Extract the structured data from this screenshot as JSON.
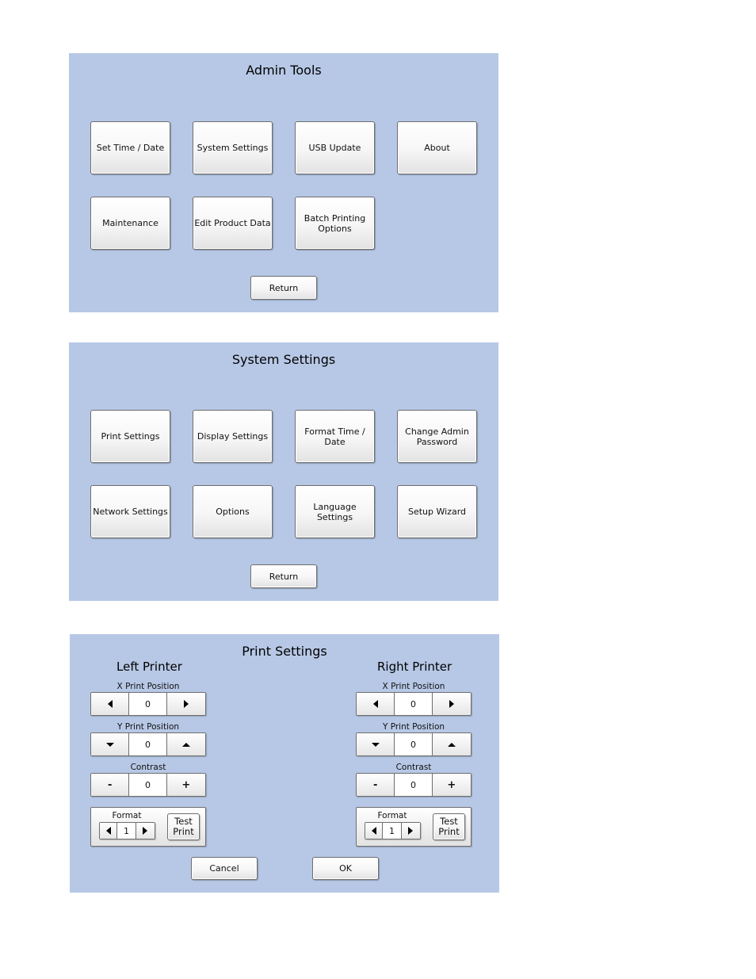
{
  "admin_tools": {
    "title": "Admin Tools",
    "buttons": [
      "Set Time / Date",
      "System Settings",
      "USB Update",
      "About",
      "Maintenance",
      "Edit Product Data",
      "Batch Printing",
      "Options"
    ],
    "return_label": "Return"
  },
  "system_settings": {
    "title": "System Settings",
    "buttons": [
      "Print Settings",
      "Display Settings",
      "Format Time / Date",
      "Change Admin",
      "Password",
      "Network Settings",
      "Options",
      "Language Settings",
      "Setup Wizard"
    ],
    "return_label": "Return"
  },
  "print_settings": {
    "title": "Print Settings",
    "left": {
      "title": "Left Printer",
      "x_label": "X Print Position",
      "x_value": "0",
      "y_label": "Y Print Position",
      "y_value": "0",
      "contrast_label": "Contrast",
      "contrast_value": "0",
      "minus": "-",
      "plus": "+",
      "format_label": "Format",
      "format_value": "1",
      "test_print": [
        "Test",
        "Print"
      ]
    },
    "right": {
      "title": "Right Printer",
      "x_label": "X Print Position",
      "x_value": "0",
      "y_label": "Y Print Position",
      "y_value": "0",
      "contrast_label": "Contrast",
      "contrast_value": "0",
      "minus": "-",
      "plus": "+",
      "format_label": "Format",
      "format_value": "1",
      "test_print": [
        "Test",
        "Print"
      ]
    },
    "cancel_label": "Cancel",
    "ok_label": "OK"
  },
  "colors": {
    "panel_bg": "#b7c8e6",
    "button_border": "#6e6e6e"
  }
}
